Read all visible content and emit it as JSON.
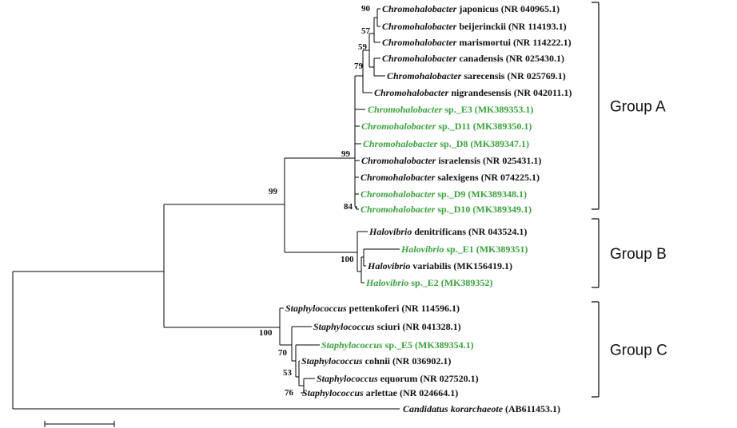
{
  "colors": {
    "default": "#111111",
    "highlight": "#3aa13c"
  },
  "leaves": [
    {
      "genus": "Chromohalobacter",
      "rest": " japonicus (NR 040965.1)",
      "highlight": false
    },
    {
      "genus": "Chromohalobacter",
      "rest": " beijerinckii (NR 114193.1)",
      "highlight": false
    },
    {
      "genus": "Chromohalobacter",
      "rest": " marismortui (NR 114222.1)",
      "highlight": false
    },
    {
      "genus": "Chromohalobacter",
      "rest": " canadensis (NR 025430.1)",
      "highlight": false
    },
    {
      "genus": "Chromohalobacter",
      "rest": " sarecensis (NR 025769.1)",
      "highlight": false
    },
    {
      "genus": "Chromohalobacter",
      "rest": " nigrandesensis (NR 042011.1)",
      "highlight": false
    },
    {
      "genus": "Chromohalobacter",
      "rest": " sp._E3 (MK389353.1)",
      "highlight": true
    },
    {
      "genus": "Chromohalobacter",
      "rest": " sp._D11 (MK389350.1)",
      "highlight": true
    },
    {
      "genus": "Chromohalobacter",
      "rest": " sp._D8 (MK389347.1)",
      "highlight": true
    },
    {
      "genus": "Chromohalobacter",
      "rest": " israelensis (NR 025431.1)",
      "highlight": false
    },
    {
      "genus": "Chromohalobacter",
      "rest": " salexigens (NR 074225.1)",
      "highlight": false
    },
    {
      "genus": "Chromohalobacter",
      "rest": " sp._D9 (MK389348.1)",
      "highlight": true
    },
    {
      "genus": "Chromohalobacter",
      "rest": " sp._D10 (MK389349.1)",
      "highlight": true
    },
    {
      "genus": "Halovibrio",
      "rest": " denitrificans (NR 043524.1)",
      "highlight": false
    },
    {
      "genus": "Halovibrio",
      "rest": " sp._E1 (MK389351)",
      "highlight": true
    },
    {
      "genus": "Halovibrio",
      "rest": " variabilis (MK156419.1)",
      "highlight": false
    },
    {
      "genus": "Halovibrio",
      "rest": " sp._E2 (MK389352)",
      "highlight": true
    },
    {
      "genus": "Staphylococcus",
      "rest": " pettenkoferi (NR 114596.1)",
      "highlight": false
    },
    {
      "genus": "Staphylococcus",
      "rest": " sciuri (NR 041328.1)",
      "highlight": false
    },
    {
      "genus": "Staphylococcus",
      "rest": " sp._E5 (MK389354.1)",
      "highlight": true
    },
    {
      "genus": "Staphylococcus",
      "rest": " cohnii (NR 036902.1)",
      "highlight": false
    },
    {
      "genus": "Staphylococcus",
      "rest": " equorum (NR 027520.1)",
      "highlight": false
    },
    {
      "genus": "Staphylococcus",
      "rest": " arlettae (NR 024664.1)",
      "highlight": false
    },
    {
      "genus": "Candidatus korarchaeote",
      "rest": " (AB611453.1)",
      "highlight": false
    }
  ],
  "bootstrap": [
    "90",
    "57",
    "59",
    "79",
    "99",
    "84",
    "99",
    "100",
    "100",
    "70",
    "53",
    "76"
  ],
  "groups": [
    "Group A",
    "Group B",
    "Group C"
  ]
}
